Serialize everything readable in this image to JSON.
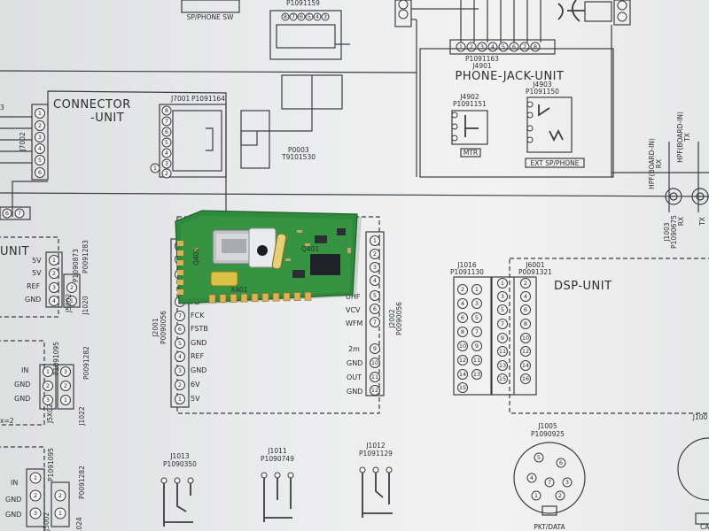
{
  "sheet": {
    "top_switch_label": "SP/PHONE SW",
    "top_part_1": "P1091159",
    "connector_unit": {
      "title_line1": "CONNECTOR",
      "title_line2": "-UNIT",
      "jack_id": "J7001",
      "jack_part": "P1091164",
      "header_id": "J7002"
    },
    "p0003": {
      "id": "P0003",
      "part": "T9101530"
    },
    "phone_jack_unit": {
      "title": "PHONE-JACK-UNIT",
      "top_part": "P1091163",
      "top_id": "J4901",
      "j4902": {
        "id": "J4902",
        "part": "P1091151",
        "caption": "MTR"
      },
      "j4903": {
        "id": "J4903",
        "part": "P1091150",
        "caption": "EXT SP/PHONE"
      }
    },
    "left_unit": {
      "name": "UNIT",
      "pins": [
        "5V",
        "5V",
        "REF",
        "GND"
      ],
      "header_id": "J5002",
      "header_part": "P1090873",
      "right_id": "J1020",
      "right_part": "P0091283"
    },
    "left_mid": {
      "pins": [
        "IN",
        "GND",
        "GND"
      ],
      "header_id": "J5X02",
      "header_part": "P1091095",
      "right_id": "J1022",
      "right_part": "P0091282",
      "note": "x=2"
    },
    "left_bottom": {
      "pins": [
        "IN",
        "GND",
        "GND"
      ],
      "header_id": "J5002",
      "header_part": "P1091095",
      "right_id": "J1024",
      "right_part": "P0091282"
    },
    "module": {
      "left_header_id": "J2001",
      "left_header_part": "P0090056",
      "left_signals": [
        "FD",
        "FCK",
        "FSTB",
        "GND",
        "REF",
        "GND",
        "6V",
        "5V"
      ],
      "right_header_id": "J2002",
      "right_header_part": "P0090056",
      "right_signals": [
        "UHF",
        "VCV",
        "WFM",
        "2m",
        "GND",
        "OUT",
        "GND"
      ],
      "pcb_labels": [
        "X401",
        "Q401",
        "Q402"
      ]
    },
    "dsp_unit": {
      "title": "DSP-UNIT",
      "j1016": {
        "id": "J1016",
        "part": "P1091130"
      },
      "j6001": {
        "id": "J6001",
        "part": "P0091321"
      }
    },
    "far_right": {
      "j1003": "J1003",
      "j1003_part": "P1090675",
      "rx": "RX",
      "tx": "TX",
      "labels": [
        "HPF(BOARD-IN)",
        "RX",
        "HPF(BOARD-IN)",
        "TX"
      ]
    },
    "bottom": {
      "j1013": {
        "id": "J1013",
        "part": "P1090350"
      },
      "j1011": {
        "id": "J1011",
        "part": "P1090749"
      },
      "j1012": {
        "id": "J1012",
        "part": "P1091129"
      },
      "j1005": {
        "id": "J1005",
        "part": "P1090925",
        "caption": "PKT/DATA"
      },
      "j100x": {
        "id": "J100",
        "caption": "CA"
      }
    }
  }
}
